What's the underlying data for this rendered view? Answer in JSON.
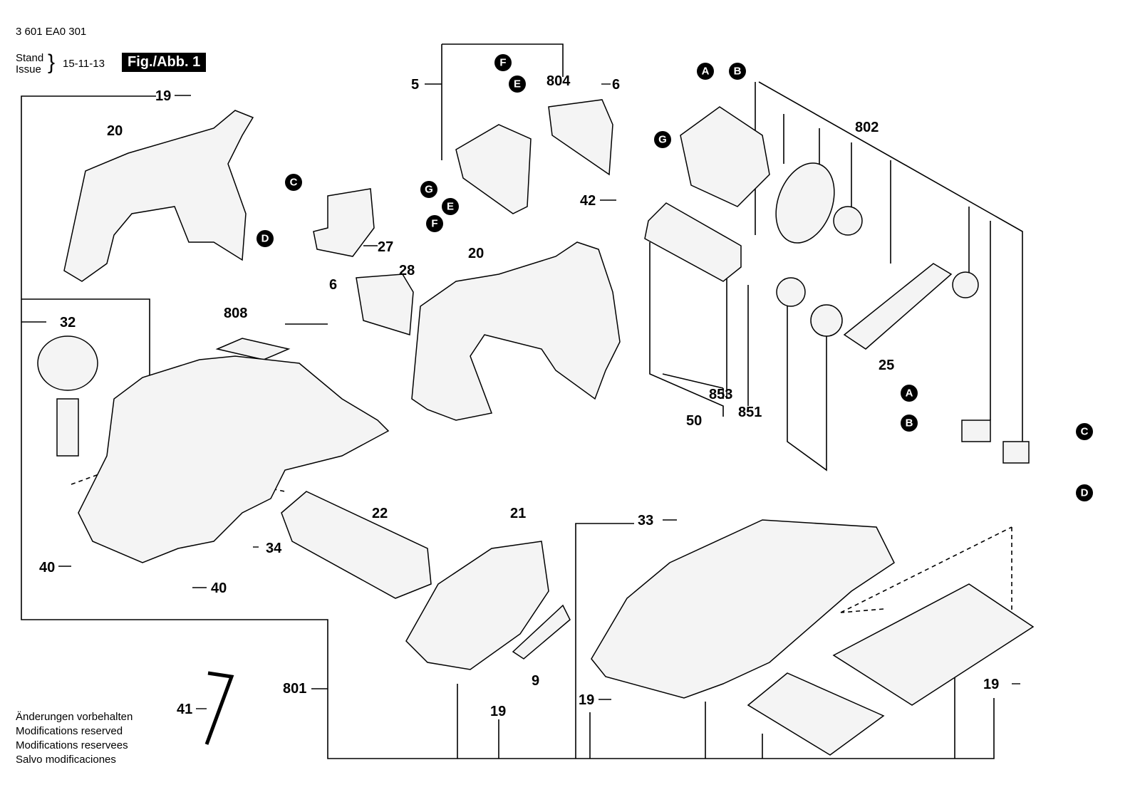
{
  "header": {
    "doc_number": "3 601 EA0 301",
    "stand_label": "Stand",
    "issue_label": "Issue",
    "brace": "}",
    "date": "15-11-13",
    "fig_label": "Fig./Abb. 1"
  },
  "parts": {
    "p19": "19",
    "p20": "20",
    "p5": "5",
    "p804": "804",
    "p6": "6",
    "p802": "802",
    "p27": "27",
    "p42": "42",
    "p28": "28",
    "p32": "32",
    "p808": "808",
    "p853": "853",
    "p851": "851",
    "p50": "50",
    "p25": "25",
    "p22": "22",
    "p21": "21",
    "p33": "33",
    "p34": "34",
    "p40": "40",
    "p9": "9",
    "p801": "801",
    "p41": "41"
  },
  "connectors": {
    "a": "A",
    "b": "B",
    "c": "C",
    "d": "D",
    "e": "E",
    "f": "F",
    "g": "G"
  },
  "footer": {
    "line1": "Änderungen vorbehalten",
    "line2": "Modifications reserved",
    "line3": "Modifications reservees",
    "line4": "Salvo modificaciones"
  }
}
